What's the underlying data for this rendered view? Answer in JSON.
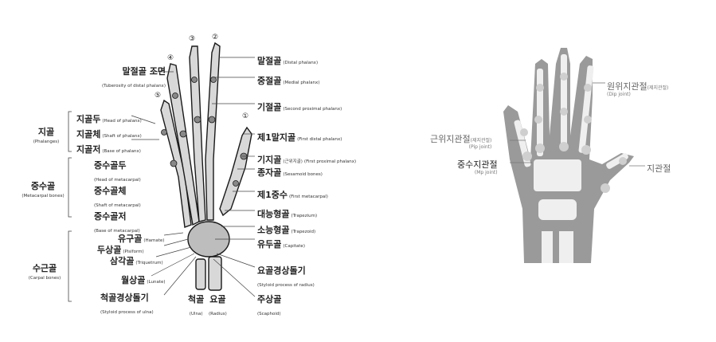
{
  "left_diagram": {
    "top_labels": [
      {
        "ko": "말절골 조면",
        "en": "(Tuberosity of distal phalanx)"
      }
    ],
    "finger_numbers": [
      "①",
      "②",
      "③",
      "④",
      "⑤"
    ],
    "left_groups": [
      {
        "ko": "지골",
        "en": "(Phalanges)",
        "parts": [
          {
            "ko": "지골두",
            "en": "(Head of phalanx)"
          },
          {
            "ko": "지골체",
            "en": "(Shaft of phalanx)"
          },
          {
            "ko": "지골저",
            "en": "(Base of phalanx)"
          }
        ]
      },
      {
        "ko": "중수골",
        "en": "(Metacarpal bones)",
        "parts": [
          {
            "ko": "중수골두",
            "en": "(Head of metacarpal)"
          },
          {
            "ko": "중수골체",
            "en": "(Shaft of metacarpal)"
          },
          {
            "ko": "중수골저",
            "en": "(Base of metacarpal)"
          }
        ]
      },
      {
        "ko": "수근골",
        "en": "(Carpal bones)",
        "parts": [
          {
            "ko": "유구골",
            "en": "(Hamate)"
          },
          {
            "ko": "두상골",
            "en": "(Pisiform)"
          },
          {
            "ko": "삼각골",
            "en": "(Triquetrum)"
          },
          {
            "ko": "월상골",
            "en": "(Lunate)"
          },
          {
            "ko": "척골경상돌기",
            "en": "(Styloid process of ulna)"
          }
        ]
      }
    ],
    "bottom_labels": [
      {
        "ko": "척골",
        "en": "(Ulna)"
      },
      {
        "ko": "요골",
        "en": "(Radius)"
      }
    ],
    "right_labels": [
      {
        "ko": "말절골",
        "en": "(Distal phalanx)"
      },
      {
        "ko": "중절골",
        "en": "(Medial phalanx)"
      },
      {
        "ko": "기절골",
        "en": "(Second proximal phalanx)"
      },
      {
        "ko": "제1말지골",
        "en": "(First distal phalanx)"
      },
      {
        "ko": "기지골",
        "en": "(First proximal phalanx)",
        "ko_small": "(근위지골)"
      },
      {
        "ko": "종자골",
        "en": "(Sesamoid bones)"
      },
      {
        "ko": "제1중수",
        "en": "(First metacarpal)"
      },
      {
        "ko": "대능형골",
        "en": "(Trapezium)"
      },
      {
        "ko": "소능형골",
        "en": "(Trapezoid)"
      },
      {
        "ko": "유두골",
        "en": "(Capitate)"
      },
      {
        "ko": "요골경상돌기",
        "en": "(Styloid process of radius)"
      },
      {
        "ko": "주상골",
        "en": "(Scaphoid)"
      }
    ]
  },
  "right_diagram": {
    "labels": [
      {
        "ko": "원위지관절",
        "ko_small": "(제지관절)",
        "en": "(Dip joint)"
      },
      {
        "ko": "근위지관절",
        "ko_small": "(제지관절)",
        "en": "(Pip joint)"
      },
      {
        "ko": "중수지관절",
        "en": "(Mp joint)"
      },
      {
        "ko": "지관절",
        "en": ""
      }
    ],
    "colors": {
      "hand": "#9a9a9a",
      "bone": "#efefef",
      "joint": "#cfcfcf"
    }
  }
}
